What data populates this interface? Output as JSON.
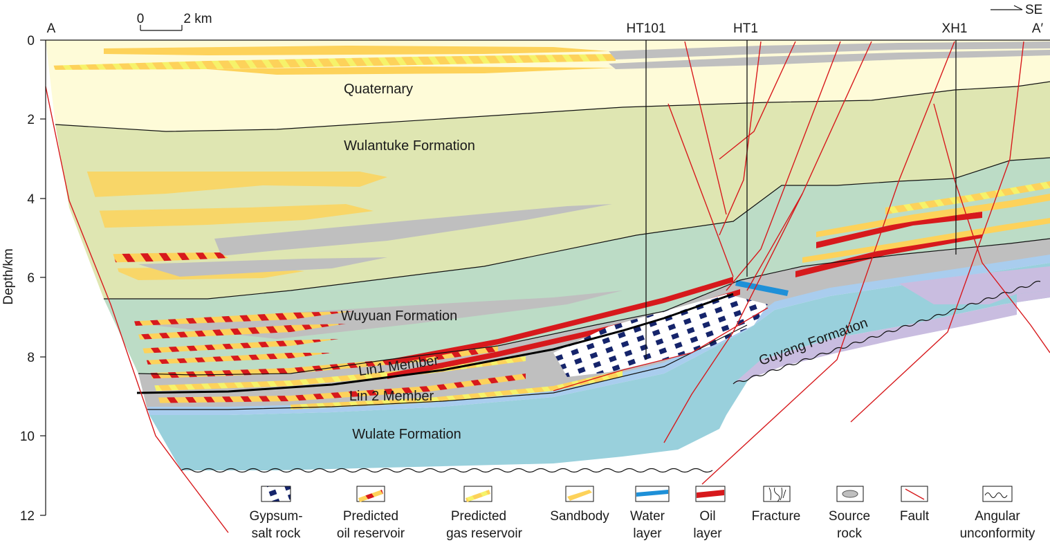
{
  "profile": {
    "start_label": "A",
    "end_label": "A′",
    "direction": "SE",
    "scale": {
      "zero": "0",
      "length": "2 km"
    }
  },
  "axis": {
    "label": "Depth/km",
    "ticks": [
      "0",
      "2",
      "4",
      "6",
      "8",
      "10",
      "12"
    ]
  },
  "wells": [
    "HT101",
    "HT1",
    "XH1"
  ],
  "formations": {
    "quaternary": "Quaternary",
    "wulantuke": "Wulantuke Formation",
    "wuyuan": "Wuyuan Formation",
    "lin1": "Lin1 Member",
    "lin2": "Lin 2 Member",
    "wulate": "Wulate Formation",
    "guyang": "Guyang Formation"
  },
  "legend": [
    {
      "line1": "Gypsum-",
      "line2": "salt rock",
      "icon": "gypsum-salt-icon"
    },
    {
      "line1": "Predicted",
      "line2": "oil reservoir",
      "icon": "predicted-oil-icon"
    },
    {
      "line1": "Predicted",
      "line2": "gas reservoir",
      "icon": "predicted-gas-icon"
    },
    {
      "line1": "Sandbody",
      "line2": "",
      "icon": "sandbody-icon"
    },
    {
      "line1": "Water",
      "line2": "layer",
      "icon": "water-layer-icon"
    },
    {
      "line1": "Oil",
      "line2": "layer",
      "icon": "oil-layer-icon"
    },
    {
      "line1": "Fracture",
      "line2": "",
      "icon": "fracture-icon"
    },
    {
      "line1": "Source",
      "line2": "rock",
      "icon": "source-rock-icon"
    },
    {
      "line1": "Fault",
      "line2": "",
      "icon": "fault-icon"
    },
    {
      "line1": "Angular",
      "line2": "unconformity",
      "icon": "unconformity-icon"
    }
  ],
  "colors": {
    "quaternary": "#fefbd8",
    "wulantuke": "#dfe6b2",
    "wuyuan": "#bcdcc6",
    "lin": "#bfbfbf",
    "wulate": "#99d0dc",
    "guyang": "#c9bde0",
    "sand": "#fdd25a",
    "oil": "#d7191c",
    "water": "#1e90d8",
    "gypsum": "#15246b",
    "fault": "#d7191c"
  }
}
